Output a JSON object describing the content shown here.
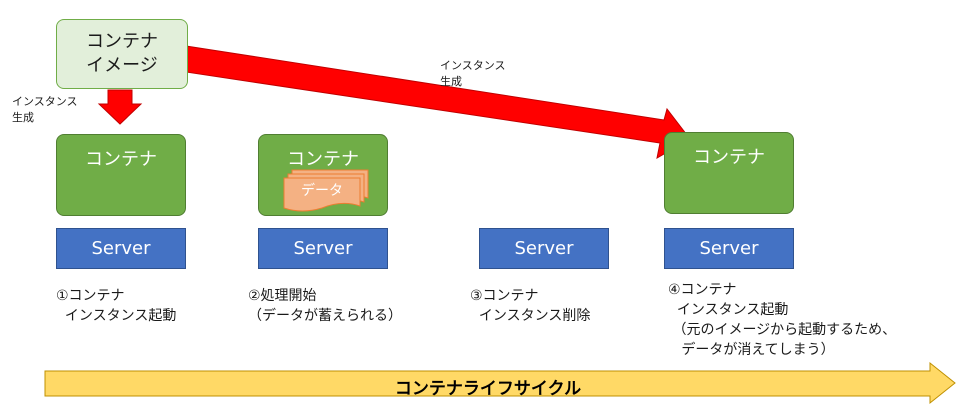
{
  "image_box": {
    "line1": "コンテナ",
    "line2": "イメージ"
  },
  "arrows": {
    "short_label": "インスタンス\n生成",
    "long_label": "インスタンス\n生成"
  },
  "steps": [
    {
      "container": "コンテナ",
      "server": "Server",
      "caption": "①コンテナ\n  インスタンス起動"
    },
    {
      "container": "コンテナ",
      "data_label": "データ",
      "server": "Server",
      "caption": "②処理開始\n（データが蓄えられる）"
    },
    {
      "server": "Server",
      "caption": "③コンテナ\n  インスタンス削除"
    },
    {
      "container": "コンテナ",
      "server": "Server",
      "caption": "④コンテナ\n  インスタンス起動\n （元のイメージから起動するため、\n   データが消えてしまう）"
    }
  ],
  "lifecycle": {
    "label": "コンテナライフサイクル"
  },
  "colors": {
    "container_green": "#70ad47",
    "image_fill": "#e2efda",
    "server_blue": "#4472c4",
    "arrow_red": "#ff0000",
    "lifecycle_yellow": "#ffd966",
    "data_orange": "#f4b183"
  }
}
